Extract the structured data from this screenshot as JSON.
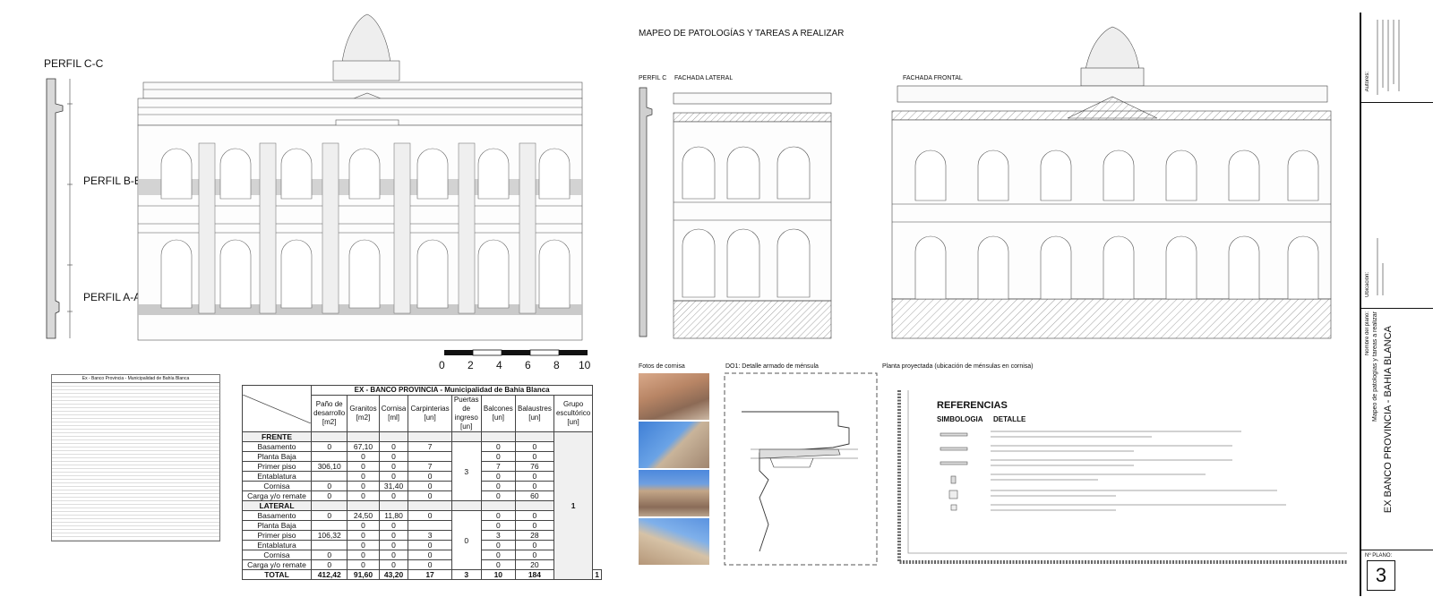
{
  "left": {
    "profile_title": "PERFIL C-C",
    "label_bb": "PERFIL B-B",
    "label_aa": "PERFIL A-A",
    "scale_ticks": [
      "0",
      "2",
      "4",
      "6",
      "8",
      "10"
    ]
  },
  "spreadsheet": {
    "title": "Ex - Banco Provincia - Municipalidad de Bahía Blanca"
  },
  "table": {
    "title": "EX - BANCO PROVINCIA - Municipalidad de Bahía Blanca",
    "headers": [
      "Paño de desarrollo [m2]",
      "Granitos [m2]",
      "Cornisa [ml]",
      "Carpinterias [un]",
      "Puertas de ingreso [un]",
      "Balcones [un]",
      "Balaustres [un]",
      "Grupo escultórico [un]"
    ],
    "section_frente": "FRENTE",
    "section_lateral": "LATERAL",
    "frente_rows": [
      [
        "Basamento",
        "0",
        "67,10",
        "0",
        "7",
        "0",
        "0"
      ],
      [
        "Planta Baja",
        "",
        "0",
        "0",
        "",
        "0",
        "0"
      ],
      [
        "Primer piso",
        "306,10",
        "0",
        "0",
        "7",
        "7",
        "76"
      ],
      [
        "Entablatura",
        "",
        "0",
        "0",
        "0",
        "0",
        "0"
      ],
      [
        "Cornisa",
        "0",
        "0",
        "31,40",
        "0",
        "0",
        "0"
      ],
      [
        "Carga y/o remate",
        "0",
        "0",
        "0",
        "0",
        "0",
        "60"
      ]
    ],
    "lateral_rows": [
      [
        "Basamento",
        "0",
        "24,50",
        "11,80",
        "0",
        "0",
        "0"
      ],
      [
        "Planta Baja",
        "",
        "0",
        "0",
        "",
        "0",
        "0"
      ],
      [
        "Primer piso",
        "106,32",
        "0",
        "0",
        "3",
        "3",
        "28"
      ],
      [
        "Entablatura",
        "",
        "0",
        "0",
        "0",
        "0",
        "0"
      ],
      [
        "Cornisa",
        "0",
        "0",
        "0",
        "0",
        "0",
        "0"
      ],
      [
        "Carga y/o remate",
        "0",
        "0",
        "0",
        "0",
        "0",
        "20"
      ]
    ],
    "frente_puertas": "3",
    "lateral_puertas": "0",
    "grupo_escultorico": "1",
    "total": [
      "TOTAL",
      "412,42",
      "91,60",
      "43,20",
      "17",
      "3",
      "10",
      "184",
      "1"
    ]
  },
  "right": {
    "main_title": "MAPEO DE PATOLOGÍAS Y TAREAS A REALIZAR",
    "perfil_c": "PERFIL C",
    "fachada_lateral": "FACHADA LATERAL",
    "fachada_frontal": "FACHADA FRONTAL",
    "fotos": "Fotos de cornisa",
    "detalle": "DO1: Detalle armado de ménsula",
    "planta": "Planta proyectada (ubicación de ménsulas en cornisa)"
  },
  "references": {
    "title": "REFERENCIAS",
    "col_symbol": "SIMBOLOGIA",
    "col_detail": "DETALLE"
  },
  "title_block": {
    "authors_label": "Autores:",
    "location_label": "Ubicación:",
    "plan_name_label": "Nombre del plano:",
    "plan_name": "Mapeo de patologías y tareas a realizar",
    "project": "EX BANCO PROVINCIA - BAHIA BLANCA",
    "plan_no_label": "Nº PLANO:",
    "plan_no": "3"
  }
}
